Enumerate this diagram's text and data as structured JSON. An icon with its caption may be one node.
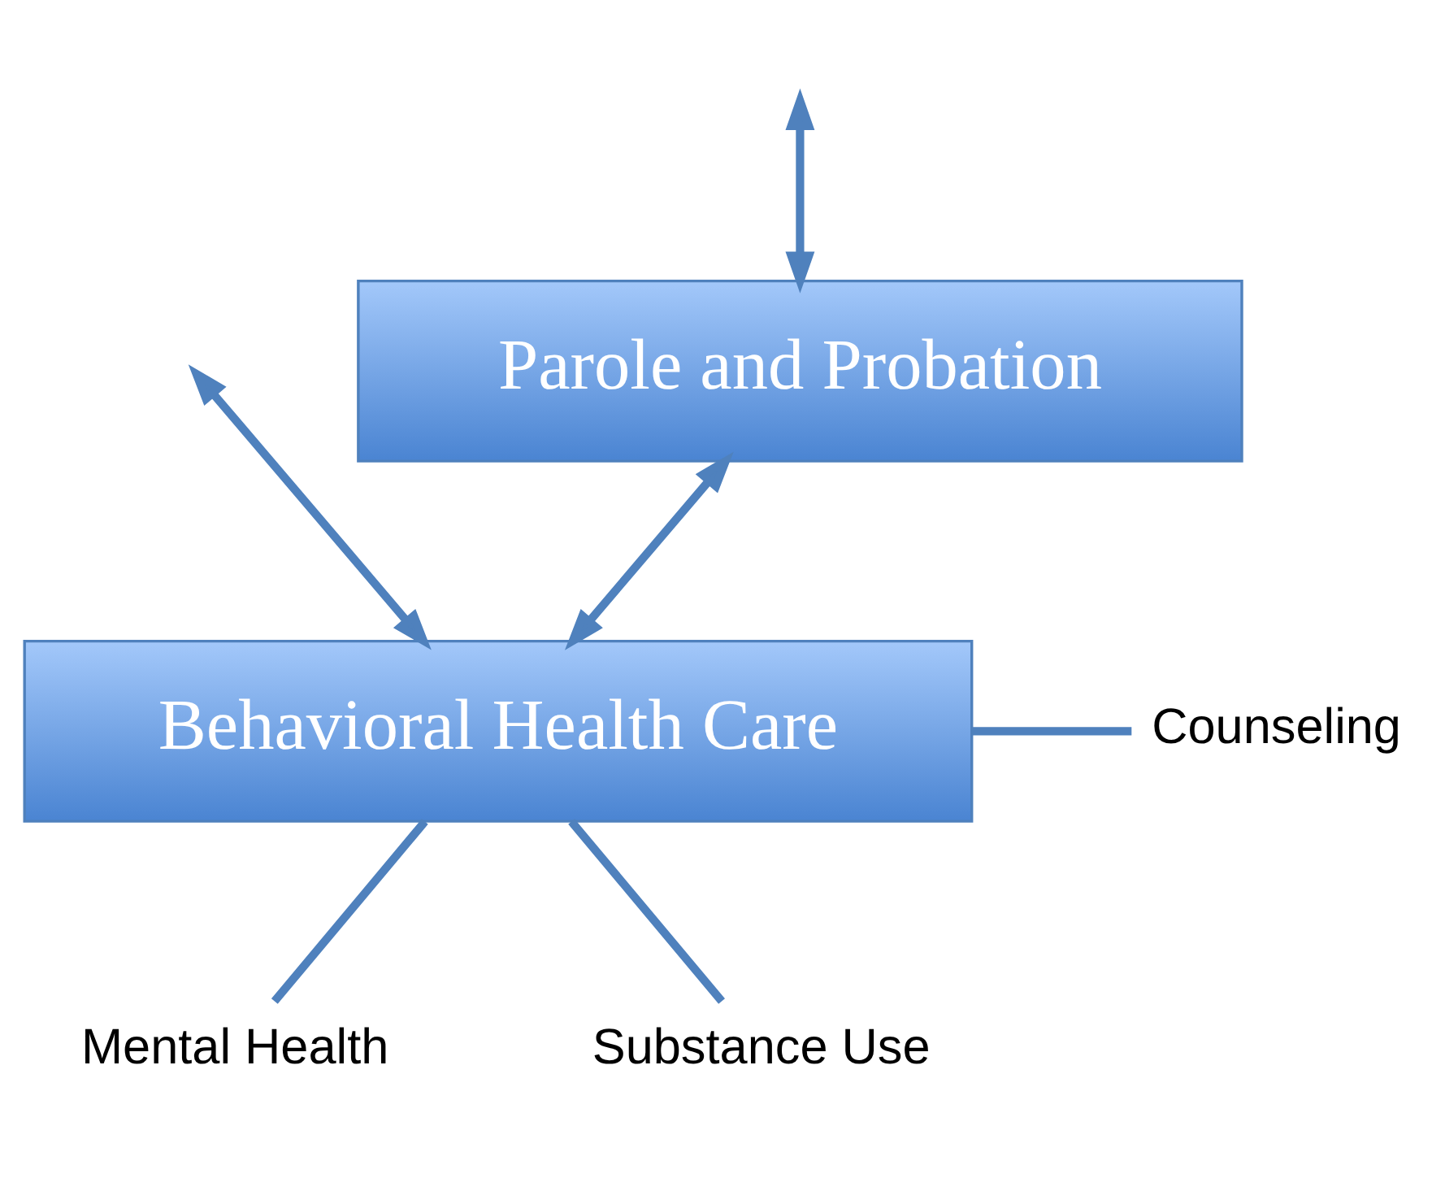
{
  "diagram": {
    "nodes": [
      {
        "text": [
          "Parole and Probation"
        ]
      },
      {
        "text": [
          "Behavioral Health Care"
        ]
      },
      {
        "text": [
          "Counseling"
        ]
      },
      {
        "text": [
          "Mental Health"
        ]
      },
      {
        "text": [
          "Substance Use"
        ]
      }
    ],
    "edges": [
      {
        "from": null,
        "to": 0,
        "arrow": "both"
      },
      {
        "from": null,
        "to": 1,
        "arrow": "both"
      },
      {
        "from": 0,
        "to": 1,
        "arrow": "both"
      },
      {
        "from": 1,
        "to": 2,
        "arrow": "none"
      },
      {
        "from": 1,
        "to": 3,
        "arrow": "none"
      },
      {
        "from": 1,
        "to": 4,
        "arrow": "none"
      }
    ]
  }
}
